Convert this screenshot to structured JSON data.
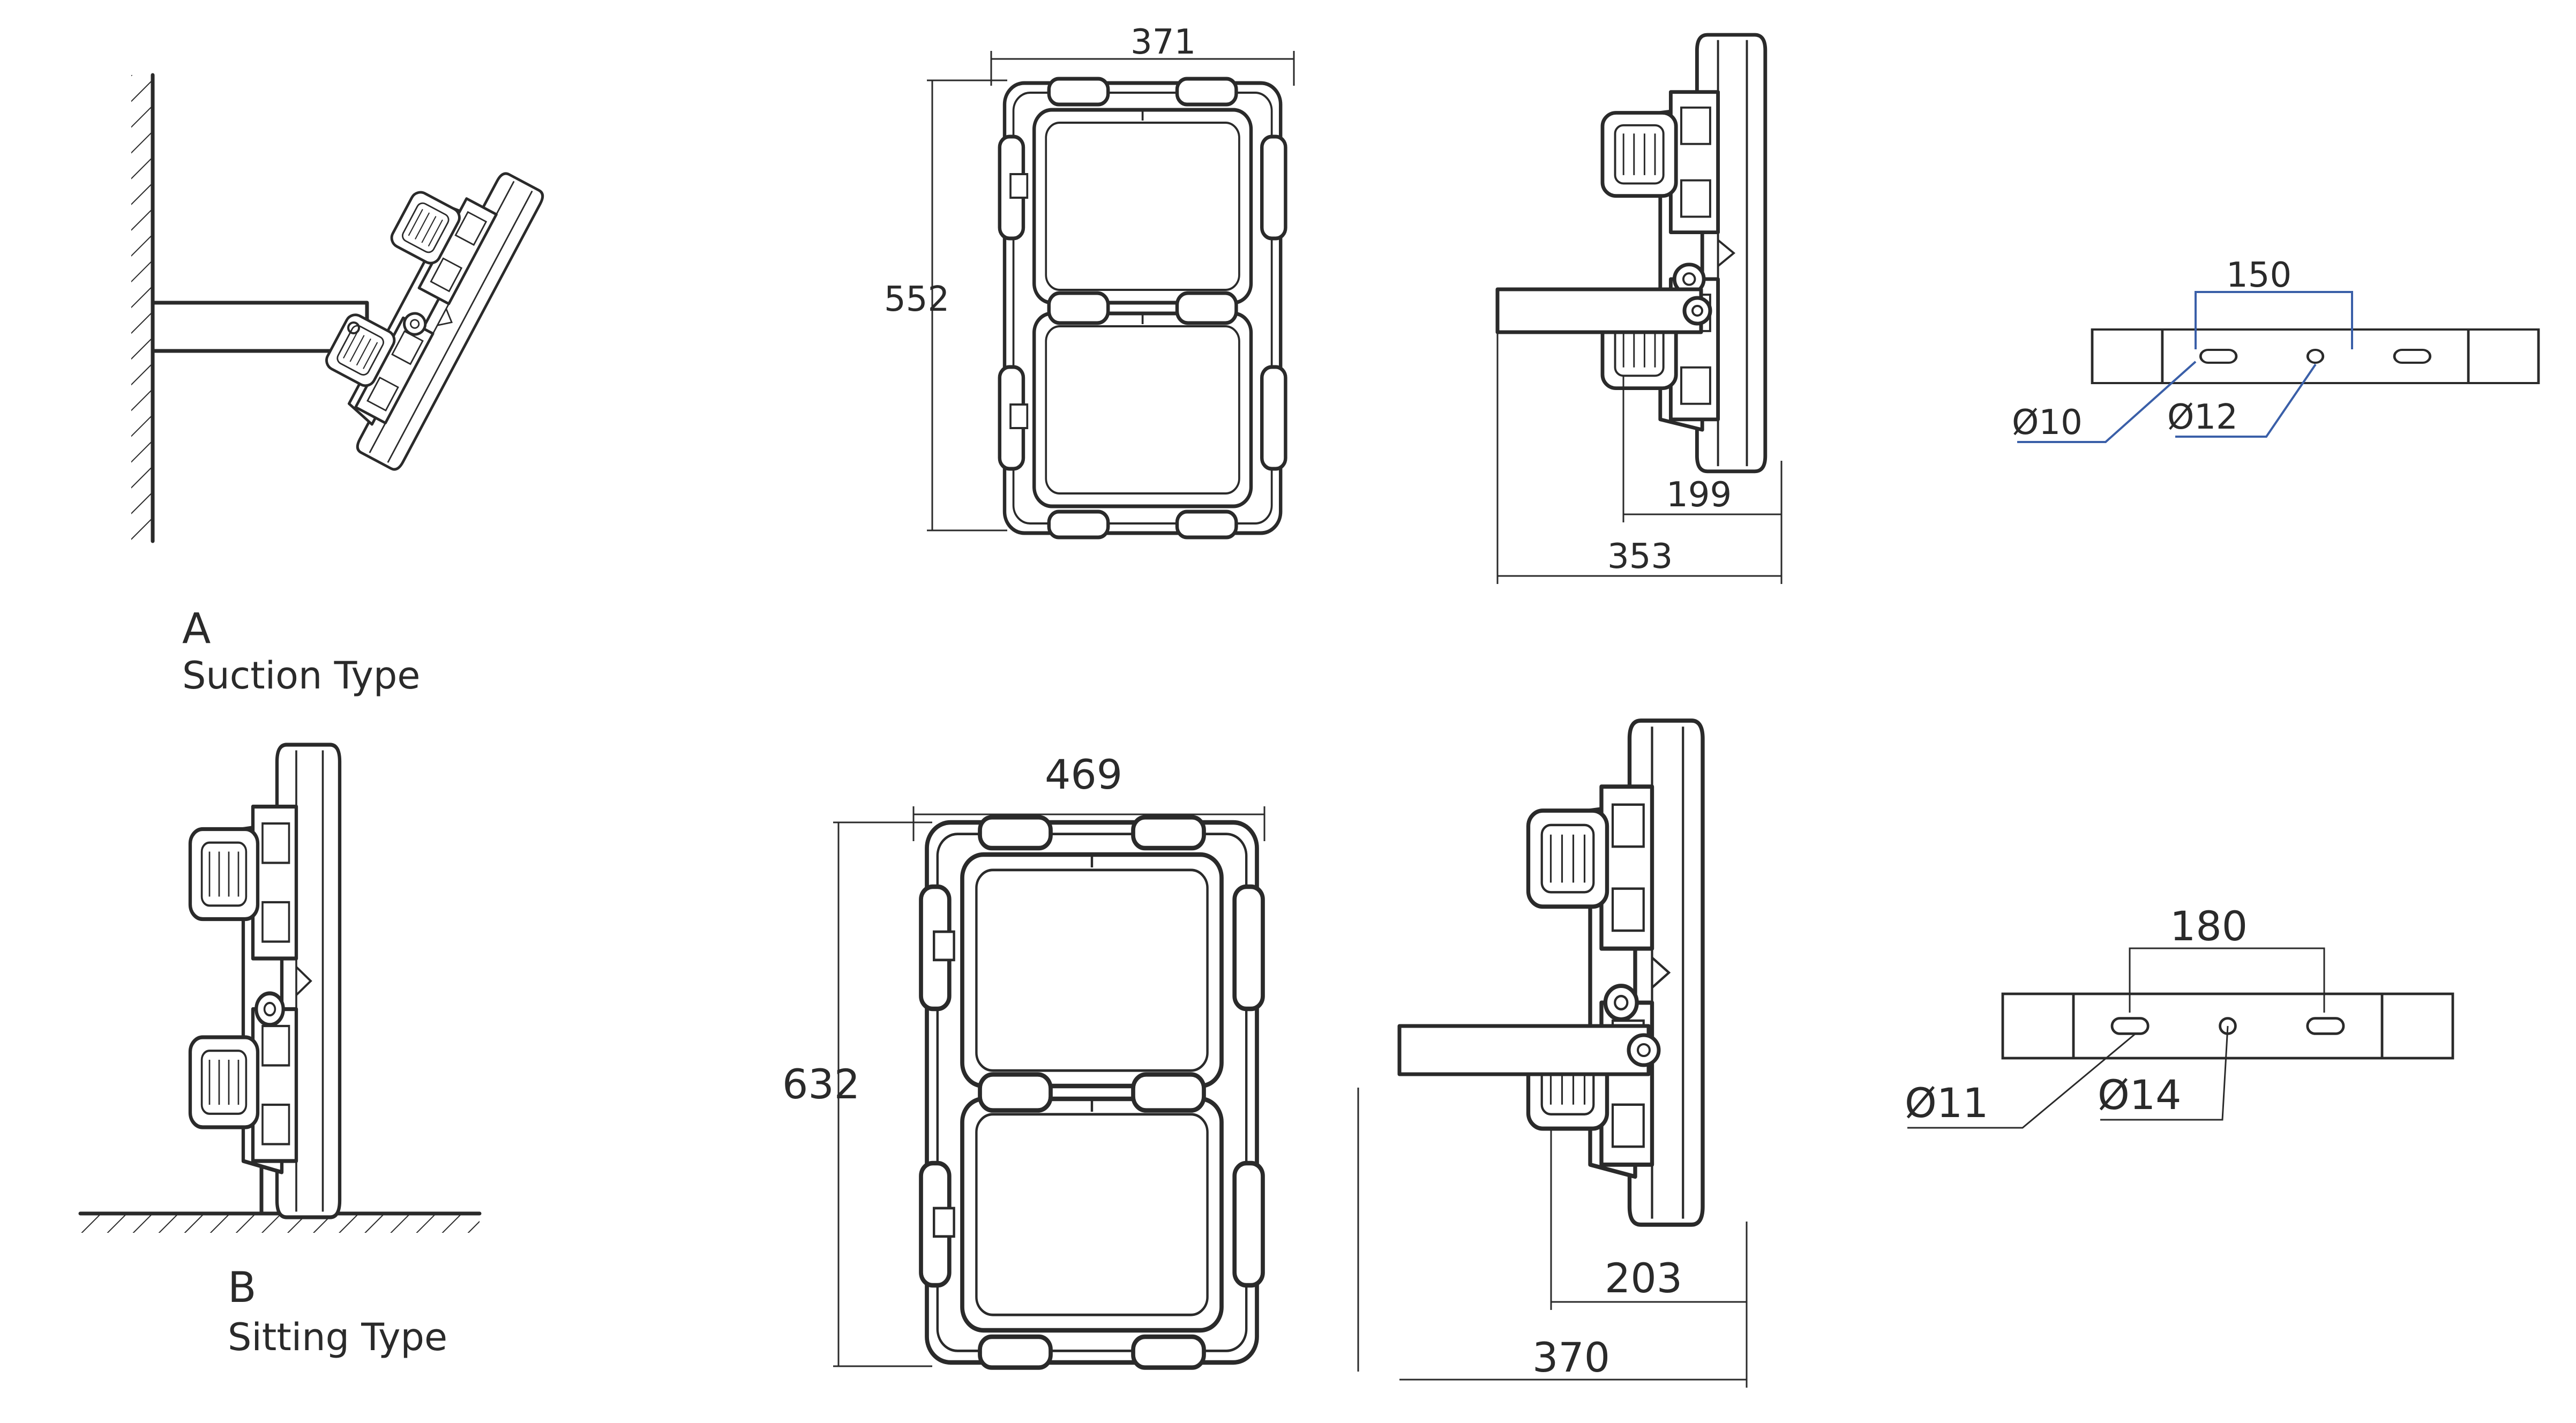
{
  "suction": {
    "letter": "A",
    "type": "Suction Type",
    "front_width": "371",
    "front_height": "552",
    "side_depth": "199",
    "side_total": "353",
    "bracket_spacing": "150",
    "slot_dia": "Ø10",
    "hole_dia": "Ø12"
  },
  "sitting": {
    "letter": "B",
    "type": "Sitting Type",
    "front_width": "469",
    "front_height": "632",
    "side_depth": "203",
    "side_total": "370",
    "bracket_spacing": "180",
    "slot_dia": "Ø11",
    "hole_dia": "Ø14"
  }
}
